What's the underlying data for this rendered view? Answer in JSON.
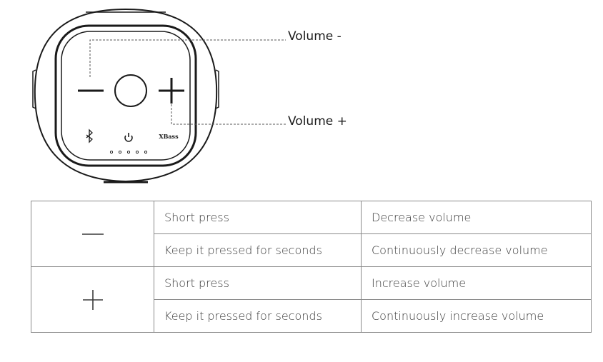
{
  "callouts": {
    "volume_minus": "Volume -",
    "volume_plus": "Volume +"
  },
  "device": {
    "brand_mark": "XBass",
    "led_count": 5,
    "icons": [
      "minus-icon",
      "center-button",
      "plus-icon",
      "bluetooth-icon",
      "power-icon"
    ]
  },
  "table": {
    "rows": [
      {
        "symbol": "minus-icon",
        "actions": [
          {
            "press": "Short press",
            "result": "Decrease volume"
          },
          {
            "press": "Keep it pressed for seconds",
            "result": "Continuously decrease volume"
          }
        ]
      },
      {
        "symbol": "plus-icon",
        "actions": [
          {
            "press": "Short press",
            "result": "Increase volume"
          },
          {
            "press": "Keep it pressed for seconds",
            "result": "Continuously increase volume"
          }
        ]
      }
    ]
  }
}
